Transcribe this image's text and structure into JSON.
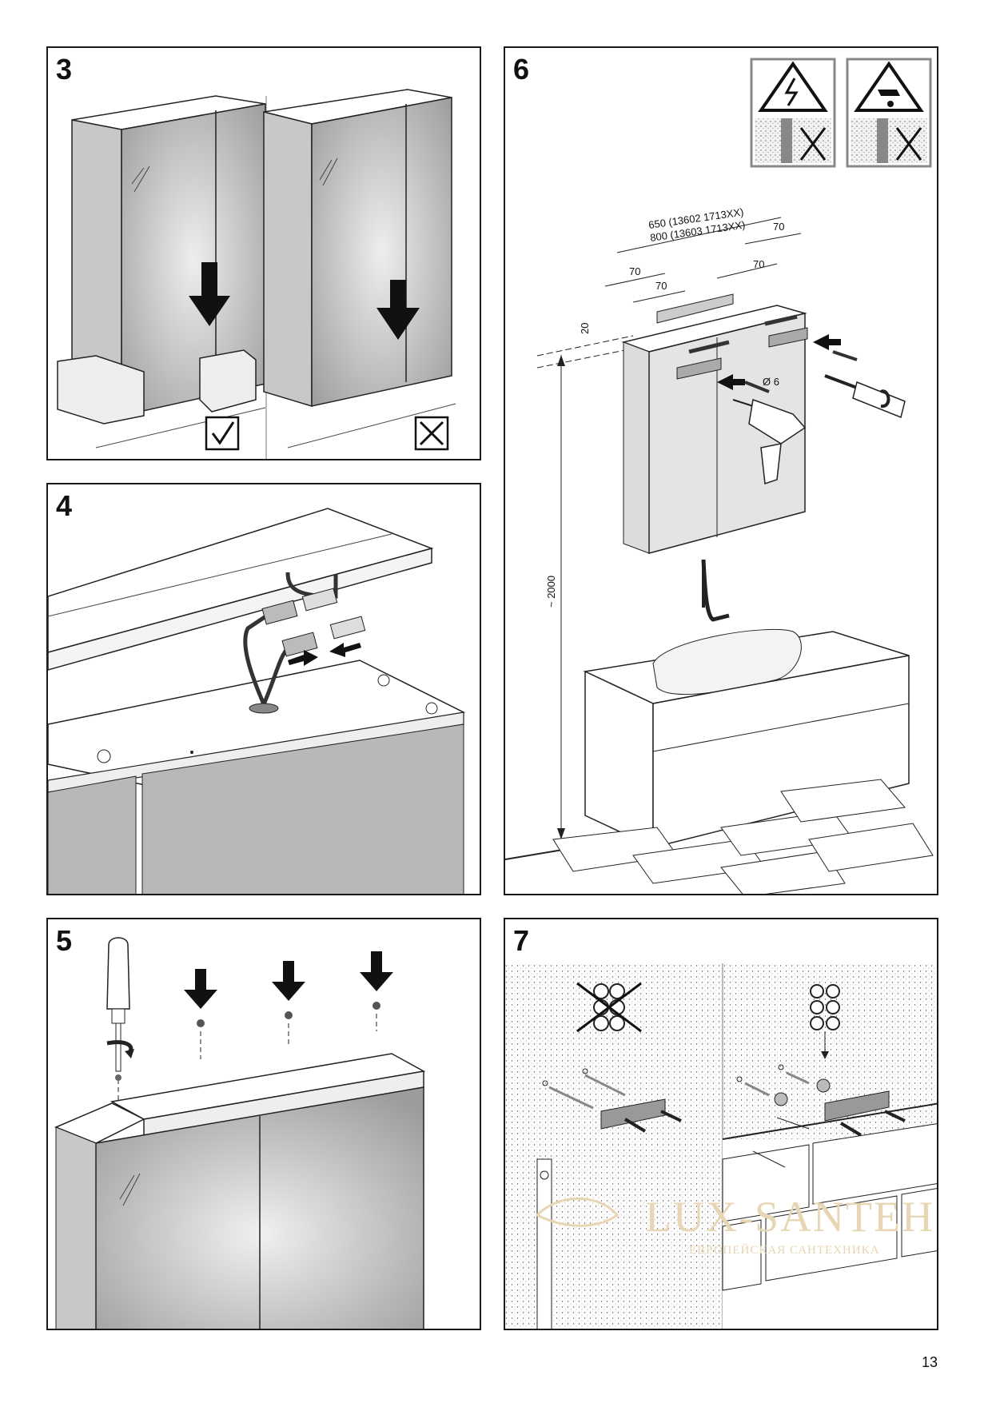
{
  "steps": {
    "s3": "3",
    "s4": "4",
    "s5": "5",
    "s6": "6",
    "s7": "7"
  },
  "dimensions": {
    "width_650": "650 (13602 1713XX)",
    "width_800": "800 (13603 1713XX)",
    "offset_70": "70",
    "offset_20": "20",
    "drill": "Ø 6",
    "height": "~ 2000"
  },
  "watermark": {
    "brand": "LUX-SANTEH",
    "tagline": "ЕВРОПЕЙСКАЯ САНТЕХНИКА"
  },
  "page_number": "13",
  "colors": {
    "door_gray": "#b9b9b9",
    "line": "#1a1a1a",
    "watermark": "#e7d6b3"
  },
  "icons": [
    "check-box-icon",
    "cross-box-icon",
    "electric-hazard-icon",
    "water-hazard-icon",
    "drill-icon",
    "screwdriver-icon",
    "down-arrow-icon"
  ]
}
